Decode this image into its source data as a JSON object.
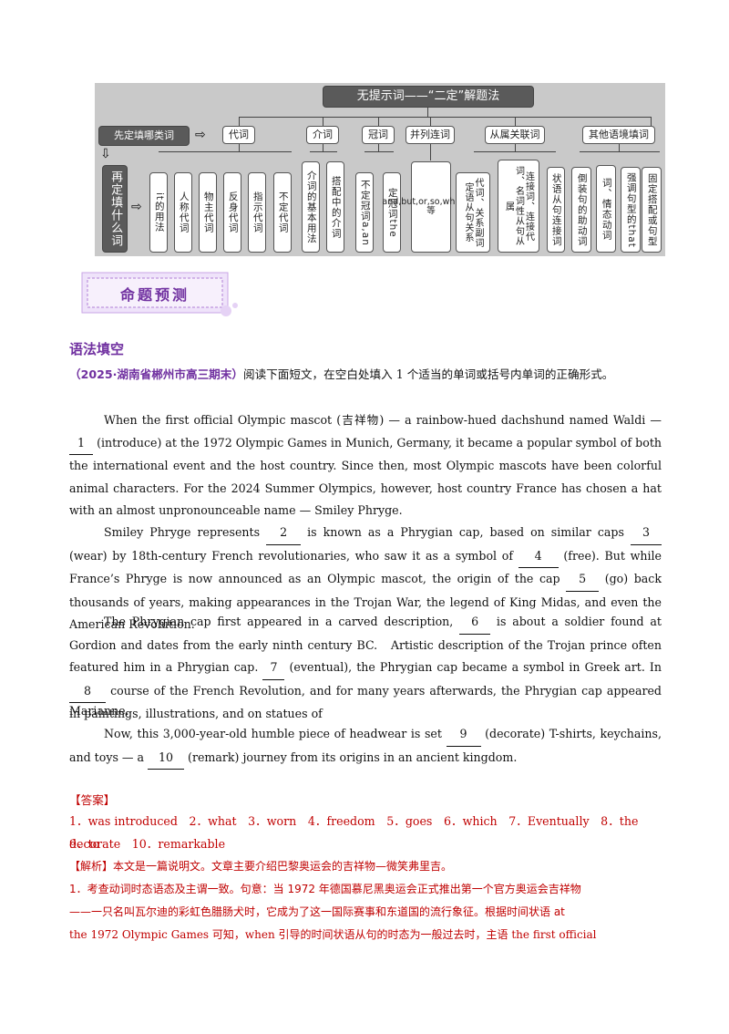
{
  "diagram": {
    "title": "无提示词——“二定”解题法",
    "step1": "先定填哪类词",
    "step2": "再定填什么词",
    "categories": [
      "代词",
      "介词",
      "冠词",
      "并列连词",
      "从属关联词",
      "其他语境填词"
    ],
    "leaves": [
      "it的用法",
      "人称代词",
      "物主代词",
      "反身代词",
      "指示代词",
      "不定代词",
      "介词的基本用法",
      "搭配中的介词",
      "不定冠词a,an",
      "定冠词the",
      "and,but,or,so,while,for等",
      "代词、关系副词定语从句关系",
      "连接词、连接代词、名词性从句从属",
      "状语从句连接词",
      "倒装句的助动词",
      "词、情态动词",
      "强调句型的that",
      "固定搭配或句型"
    ]
  },
  "banner": "命题预测",
  "section": "语法填空",
  "source_tag": "（2025·湖南省郴州市高三期末）",
  "instruction": "阅读下面短文，在空白处填入 1 个适当的单词或括号内单词的正确形式。",
  "passage": {
    "p1": {
      "a": "When the first official Olympic mascot (吉祥物) — a rainbow-hued dachshund named Waldi —",
      "b1": "1",
      "c": "(introduce) at the 1972 Olympic Games in Munich, Germany, it became a popular symbol of both the international event and the host country. Since then, most Olympic mascots have been colorful animal characters. For the 2024 Summer Olympics, however, host country France has chosen a hat with an almost unpronounceable name — Smiley Phryge."
    },
    "p2": {
      "a": "Smiley Phryge represents",
      "b2": "2",
      "c": "is known as a Phrygian cap, based on similar caps",
      "b3": "3",
      "d": "(wear) by 18th-century French revolutionaries, who saw it as a symbol of",
      "b4": "4",
      "e": "(free). But while France’s Phryge is now announced as an Olympic mascot, the origin of the cap",
      "b5": "5",
      "f": "(go) back thousands of years, making appearances in the Trojan War, the legend of King Midas, and even the American Revolution."
    },
    "p3": {
      "a": "The Phrygian cap first appeared in a carved description,",
      "b6": "6",
      "c": "is about a soldier found at Gordion and dates from the early ninth century BC.　Artistic description of the Trojan prince often featured him in a Phrygian cap.",
      "b7": "7",
      "d": "(eventual), the Phrygian cap became a symbol in Greek art. In",
      "b8": "8",
      "e": "course of the French Revolution, and for many years afterwards, the Phrygian cap appeared in paintings, illustrations, and on statues of",
      "f": "Marianne."
    },
    "p4": {
      "a": "Now, this 3,000-year-old humble piece of headwear is set",
      "b9": "9",
      "c": "(decorate) T-shirts, keychains, and toys — a",
      "b10": "10",
      "d": "(remark) journey from its origins in an ancient kingdom."
    }
  },
  "answer_label": "【答案】",
  "answers_line1": "1．was introduced　2．what　3．worn　4．freedom　5．goes　6．which　7．Eventually　8．the　9．to",
  "answers_line2": "decorate　10．remarkable",
  "analysis_label": "【解析】",
  "analysis_text": "本文是一篇说明文。文章主要介绍巴黎奥运会的吉祥物—微笑弗里吉。",
  "analysis1_l1": "1．考查动词时态语态及主谓一致。句意：当 1972 年德国慕尼黑奥运会正式推出第一个官方奥运会吉祥物",
  "analysis1_l2": "——一只名叫瓦尔迪的彩虹色腊肠犬时，它成为了这一国际赛事和东道国的流行象征。根据时间状语 at",
  "analysis1_l3": "the 1972 Olympic Games 可知，when 引导的时间状语从句的时态为一般过去时，主语 the first official"
}
